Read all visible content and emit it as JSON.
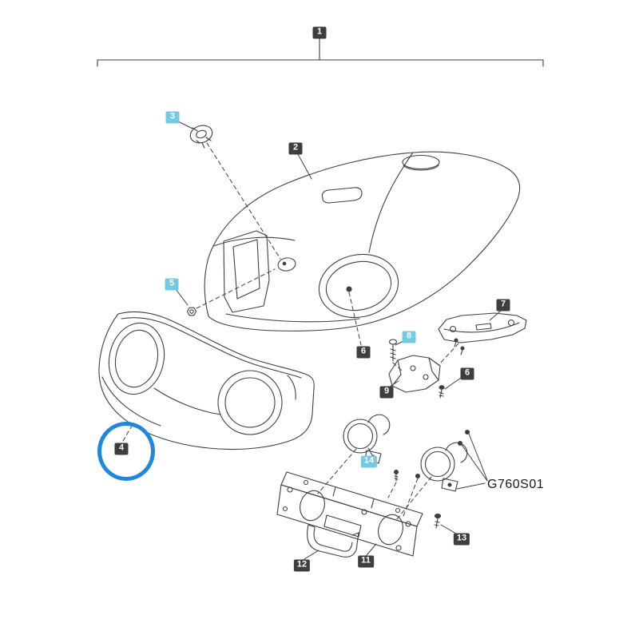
{
  "figure": {
    "part_code": "G760S01",
    "colors": {
      "callout_dark": "#3e3e40",
      "callout_highlight": "#74c9e4",
      "selection_ring": "#1f87dd",
      "line_art": "#3f3f3f"
    },
    "callouts": [
      {
        "label": "1",
        "style": "dark"
      },
      {
        "label": "2",
        "style": "dark"
      },
      {
        "label": "3",
        "style": "highlight"
      },
      {
        "label": "5",
        "style": "highlight"
      },
      {
        "label": "6",
        "style": "dark"
      },
      {
        "label": "7",
        "style": "dark"
      },
      {
        "label": "8",
        "style": "highlight"
      },
      {
        "label": "9",
        "style": "dark"
      },
      {
        "label": "6",
        "style": "dark"
      },
      {
        "label": "4",
        "style": "dark"
      },
      {
        "label": "14",
        "style": "highlight"
      },
      {
        "label": "13",
        "style": "dark"
      },
      {
        "label": "12",
        "style": "dark"
      },
      {
        "label": "11",
        "style": "dark"
      }
    ]
  }
}
